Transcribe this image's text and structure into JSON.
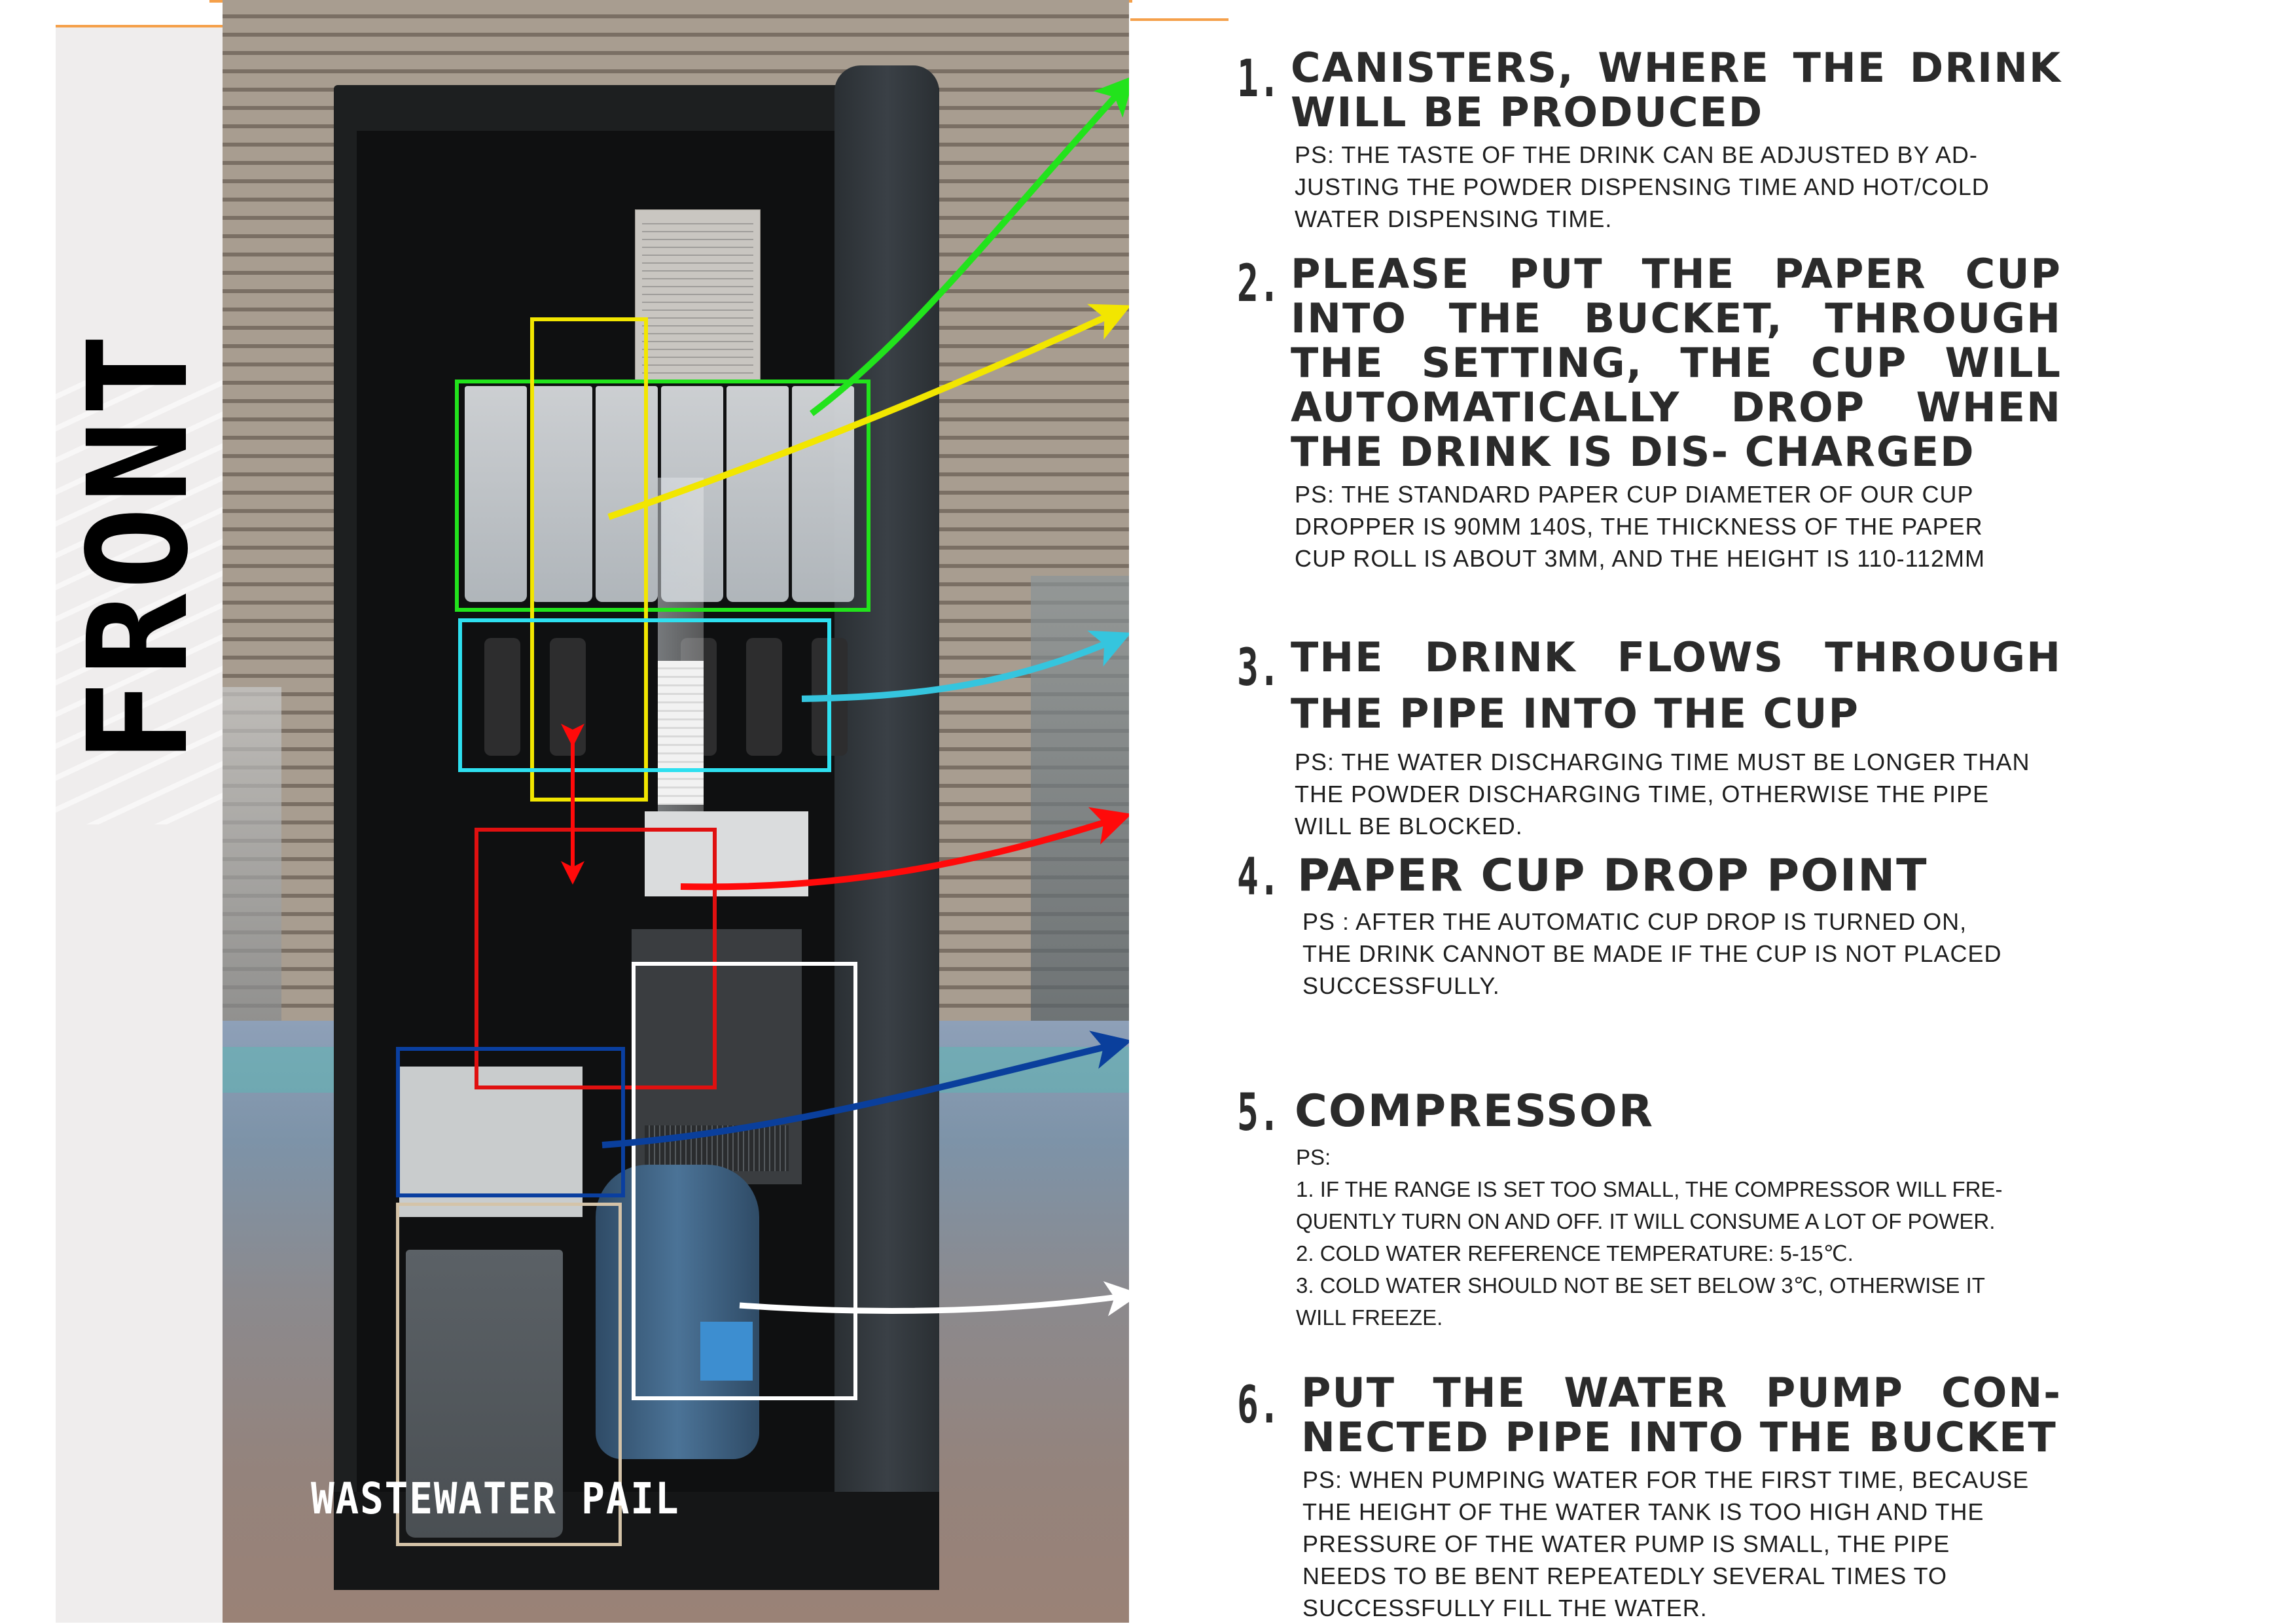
{
  "side_label": "FRONT",
  "photo": {
    "wastewater_label": "WASTEWATER PAIL",
    "highlight_colors": {
      "canisters": "#22e31c",
      "cup_tube": "#f2e600",
      "mixing": "#2ee0f0",
      "cup_drop": "#e01010",
      "compressor": "#0a3fa0",
      "bucket": "#ffffff",
      "pail": "#d4c3a8"
    },
    "arrow_colors": [
      "#22e31c",
      "#f2e600",
      "#35c5de",
      "#ff0a0a",
      "#0a3f9c",
      "#ffffff"
    ]
  },
  "accent_color": "#f5a04a",
  "sections": [
    {
      "number": "1.",
      "title": "CANISTERS, WHERE THE DRINK WILL BE PRODUCED",
      "ps_lines": [
        "PS: THE TASTE OF THE DRINK CAN BE ADJUSTED BY AD-",
        "JUSTING THE POWDER DISPENSING TIME AND HOT/COLD",
        "WATER DISPENSING TIME."
      ]
    },
    {
      "number": "2.",
      "title": "PLEASE PUT THE PAPER CUP INTO THE BUCKET, THROUGH THE SETTING, THE CUP WILL AUTOMATICALLY DROP WHEN THE DRINK IS DIS- CHARGED",
      "ps_lines": [
        "PS: THE STANDARD PAPER CUP DIAMETER OF OUR CUP",
        "DROPPER IS 90MM 140S, THE THICKNESS OF THE PAPER",
        "CUP ROLL IS ABOUT 3MM, AND THE HEIGHT IS 110-112MM"
      ]
    },
    {
      "number": "3.",
      "title": "THE DRINK FLOWS THROUGH THE PIPE INTO THE CUP",
      "ps_lines": [
        "PS: THE WATER DISCHARGING TIME MUST BE LONGER THAN",
        "THE POWDER DISCHARGING TIME, OTHERWISE THE PIPE",
        "WILL BE BLOCKED."
      ]
    },
    {
      "number": "4.",
      "title": "PAPER CUP DROP POINT",
      "ps_lines": [
        "PS : AFTER THE AUTOMATIC CUP DROP IS TURNED ON,",
        "THE DRINK CANNOT BE MADE IF THE CUP IS NOT PLACED",
        "SUCCESSFULLY."
      ]
    },
    {
      "number": "5.",
      "title": "COMPRESSOR",
      "ps_lines": [
        "PS:",
        "1. IF THE RANGE IS SET TOO SMALL, THE COMPRESSOR WILL FRE-",
        "QUENTLY TURN ON AND OFF. IT WILL CONSUME A LOT OF POWER.",
        "2. COLD WATER REFERENCE TEMPERATURE: 5-15℃.",
        "3. COLD WATER SHOULD NOT BE SET BELOW 3℃, OTHERWISE IT",
        "WILL FREEZE."
      ]
    },
    {
      "number": "6.",
      "title": "PUT THE WATER PUMP CON- NECTED PIPE INTO THE BUCKET",
      "ps_lines": [
        "PS: WHEN PUMPING WATER FOR THE FIRST TIME, BECAUSE",
        "THE HEIGHT OF THE WATER TANK IS TOO HIGH AND THE",
        "PRESSURE OF THE WATER PUMP IS SMALL, THE PIPE",
        "NEEDS TO BE BENT REPEATEDLY SEVERAL TIMES TO",
        "SUCCESSFULLY FILL THE WATER."
      ]
    }
  ]
}
